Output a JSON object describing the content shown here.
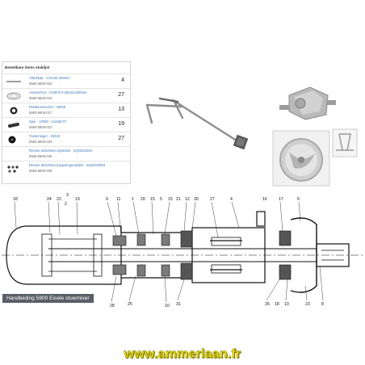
{
  "parts_list": {
    "title": "Bestelbare items stuklijst",
    "items": [
      {
        "name": "Afdekkap - V14146 400mm",
        "code": "5560-5806-024",
        "qty": "4",
        "thumb_icon": "pipe-icon"
      },
      {
        "name": "Asmanchet - V13870 0.38mmx400mm",
        "code": "5560-5806-010",
        "qty": "27",
        "thumb_icon": "seal-ring-icon"
      },
      {
        "name": "Rubbermanchet - 33636",
        "code": "5560-5806-017",
        "qty": "13",
        "thumb_icon": "ring-icon"
      },
      {
        "name": "Spie - 13060 - A10x8x70",
        "code": "5560-5806-022",
        "qty": "19",
        "thumb_icon": "key-icon"
      },
      {
        "name": "Tussenlager - 33433",
        "code": "5560-5806-029",
        "qty": "27",
        "thumb_icon": "bearing-icon"
      },
      {
        "name": "Revisie afdichtset vijzeldele - 2Q0403/053",
        "code": "5560-5806-040",
        "qty": "",
        "thumb_icon": "seal-kit-icon"
      },
      {
        "name": "Revisie afdichtset koppelingsvoldele - 2Q0403/053",
        "code": "5560-5806-039",
        "qty": "",
        "thumb_icon": "seal-kit-icon"
      }
    ]
  },
  "drawing": {
    "caption": "Handleiding 5800 Eisele stuwmixer",
    "top_callouts": [
      "18",
      "24",
      "22",
      "3",
      "19",
      "9",
      "11",
      "1",
      "20",
      "15",
      "5",
      "15",
      "21",
      "12",
      "30",
      "27",
      "4",
      "16",
      "17",
      "6"
    ],
    "upper_callout": "2",
    "bottom_callouts": [
      "28",
      "25",
      "10",
      "31",
      "26",
      "18",
      "13",
      "23",
      "8"
    ]
  },
  "footer": {
    "website": "www.ammerlaan.fr"
  },
  "colors": {
    "caption_bg": "#5a5e66",
    "link": "#3a7bbf",
    "website": "#f3e400"
  }
}
